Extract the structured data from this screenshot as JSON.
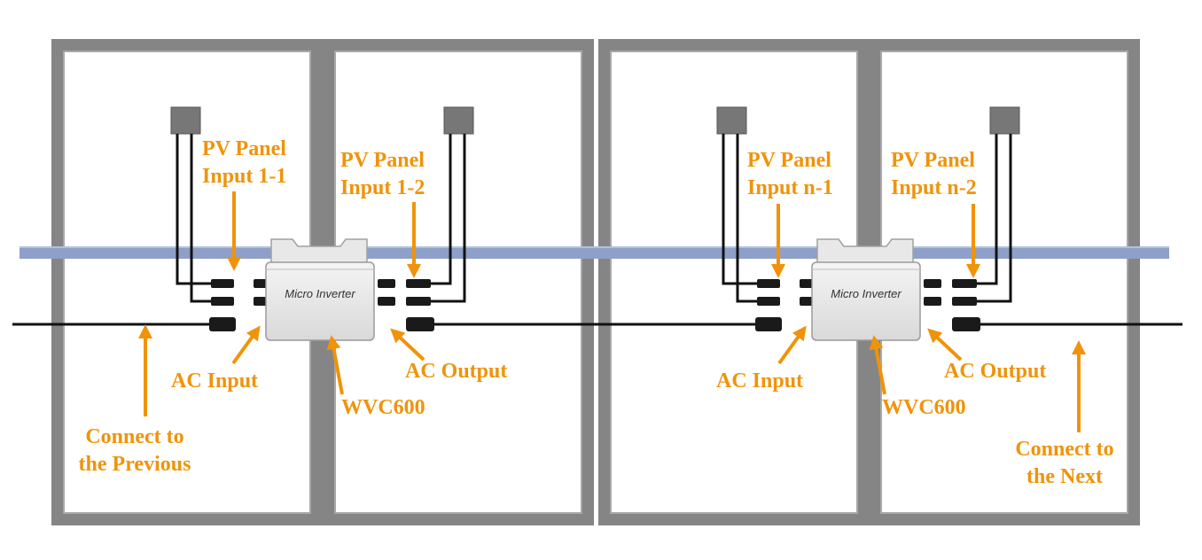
{
  "device_text": "Micro Inverter",
  "groups": [
    {
      "pv_input_a": [
        "PV Panel",
        "Input 1-1"
      ],
      "pv_input_b": [
        "PV Panel",
        "Input 1-2"
      ],
      "ac_input": "AC Input",
      "ac_output": "AC Output",
      "model": "WVC600",
      "connect": [
        "Connect to",
        "the Previous"
      ]
    },
    {
      "pv_input_a": [
        "PV Panel",
        "Input n-1"
      ],
      "pv_input_b": [
        "PV Panel",
        "Input n-2"
      ],
      "ac_input": "AC Input",
      "ac_output": "AC Output",
      "model": "WVC600",
      "connect": [
        "Connect to",
        "the Next"
      ]
    }
  ],
  "colors": {
    "label": "#f0930a",
    "arrow": "#f0930a",
    "frame": "#808080",
    "rail": "#8ea0c8",
    "cable": "#111111",
    "inverter_body": "#e6e6e6"
  }
}
